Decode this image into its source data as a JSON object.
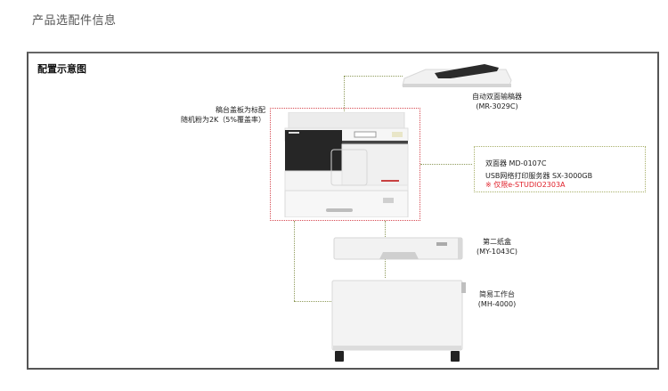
{
  "page": {
    "title": "产品选配件信息"
  },
  "diagram": {
    "title": "配置示意图",
    "main_unit": {
      "notes": [
        "稿台盖板为标配",
        "随机粉为2K（5%覆盖率）"
      ]
    },
    "options": [
      {
        "name": "自动双面输稿器",
        "model": "(MR-3029C)"
      },
      {
        "name": "第二纸盒",
        "model": "(MY-1043C)"
      },
      {
        "name": "简易工作台",
        "model": "(MH-4000)"
      }
    ],
    "internal_options": {
      "duplexer": "双面器  MD-0107C",
      "usb_server": "USB网络打印服务器 SX-3000GB",
      "restriction": "※ 仅限e-STUDIO2303A"
    },
    "colors": {
      "highlight_border": "#d64a52",
      "connector": "#8e9a5a",
      "restriction_text": "#e0202a",
      "frame": "#555555"
    }
  }
}
